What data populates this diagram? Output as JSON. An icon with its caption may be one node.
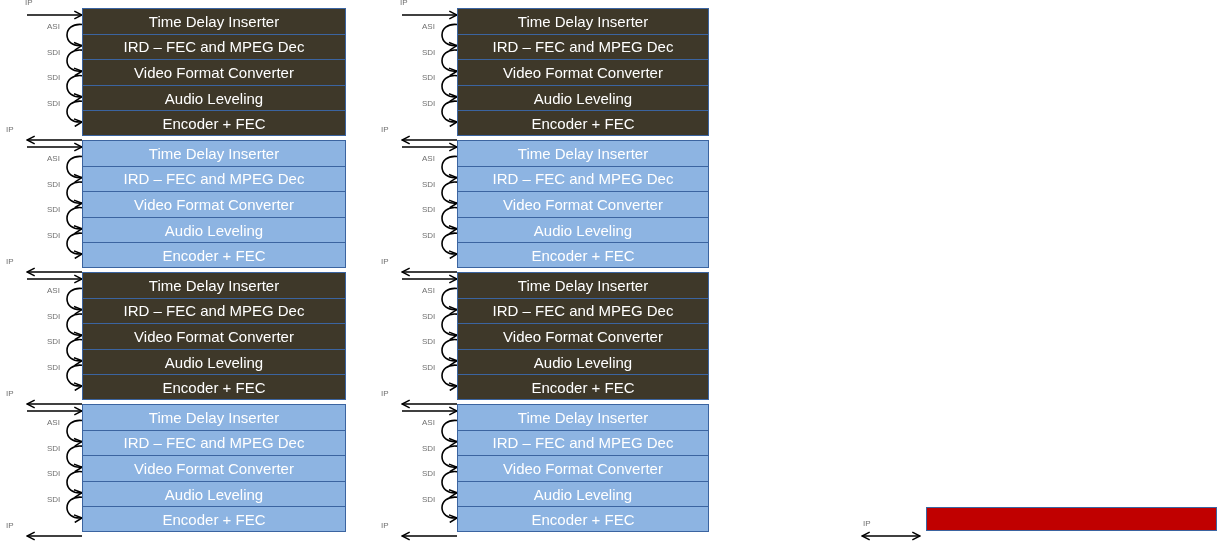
{
  "diagram": {
    "nodes": [
      {
        "text": [
          "Time Delay Inserter"
        ]
      },
      {
        "text": [
          "IRD – FEC and MPEG Dec"
        ]
      },
      {
        "text": [
          "Video Format Converter"
        ]
      },
      {
        "text": [
          "Audio Leveling"
        ]
      },
      {
        "text": [
          "Encoder + FEC"
        ]
      },
      {
        "text": [
          "Time Delay Inserter"
        ]
      },
      {
        "text": [
          "IRD – FEC and MPEG Dec"
        ]
      },
      {
        "text": [
          "Video Format Converter"
        ]
      },
      {
        "text": [
          "Audio Leveling"
        ]
      },
      {
        "text": [
          "Encoder + FEC"
        ]
      },
      {
        "text": [
          "Time Delay Inserter"
        ]
      },
      {
        "text": [
          "IRD – FEC and MPEG Dec"
        ]
      },
      {
        "text": [
          "Video Format Converter"
        ]
      },
      {
        "text": [
          "Audio Leveling"
        ]
      },
      {
        "text": [
          "Encoder + FEC"
        ]
      },
      {
        "text": [
          "Time Delay Inserter"
        ]
      },
      {
        "text": [
          "IRD – FEC and MPEG Dec"
        ]
      },
      {
        "text": [
          "Video Format Converter"
        ]
      },
      {
        "text": [
          "Audio Leveling"
        ]
      },
      {
        "text": [
          "Encoder + FEC"
        ]
      },
      {
        "text": [
          "Time Delay Inserter"
        ]
      },
      {
        "text": [
          "IRD – FEC and MPEG Dec"
        ]
      },
      {
        "text": [
          "Video Format Converter"
        ]
      },
      {
        "text": [
          "Audio Leveling"
        ]
      },
      {
        "text": [
          "Encoder + FEC"
        ]
      },
      {
        "text": [
          "Time Delay Inserter"
        ]
      },
      {
        "text": [
          "IRD – FEC and MPEG Dec"
        ]
      },
      {
        "text": [
          "Video Format Converter"
        ]
      },
      {
        "text": [
          "Audio Leveling"
        ]
      },
      {
        "text": [
          "Encoder + FEC"
        ]
      },
      {
        "text": [
          "Time Delay Inserter"
        ]
      },
      {
        "text": [
          "IRD – FEC and MPEG Dec"
        ]
      },
      {
        "text": [
          "Video Format Converter"
        ]
      },
      {
        "text": [
          "Audio Leveling"
        ]
      },
      {
        "text": [
          "Encoder + FEC"
        ]
      },
      {
        "text": [
          "Time Delay Inserter"
        ]
      },
      {
        "text": [
          "IRD – FEC and MPEG Dec"
        ]
      },
      {
        "text": [
          "Video Format Converter"
        ]
      },
      {
        "text": [
          "Audio Leveling"
        ]
      },
      {
        "text": [
          "Encoder + FEC"
        ]
      },
      {
        "text": [],
        "shape": "bar"
      }
    ],
    "edges": [
      {
        "from": null,
        "to": 0,
        "arrow": "to",
        "label": "IP"
      },
      {
        "from": 0,
        "to": 1,
        "arrow": "to",
        "label": "ASI"
      },
      {
        "from": 1,
        "to": 2,
        "arrow": "to",
        "label": "SDI"
      },
      {
        "from": 2,
        "to": 3,
        "arrow": "to",
        "label": "SDI"
      },
      {
        "from": 3,
        "to": 4,
        "arrow": "to",
        "label": "SDI"
      },
      {
        "from": 4,
        "to": null,
        "arrow": "to",
        "label": "IP"
      },
      {
        "from": null,
        "to": 5,
        "arrow": "to"
      },
      {
        "from": 5,
        "to": 6,
        "arrow": "to",
        "label": "ASI"
      },
      {
        "from": 6,
        "to": 7,
        "arrow": "to",
        "label": "SDI"
      },
      {
        "from": 7,
        "to": 8,
        "arrow": "to",
        "label": "SDI"
      },
      {
        "from": 8,
        "to": 9,
        "arrow": "to",
        "label": "SDI"
      },
      {
        "from": 9,
        "to": null,
        "arrow": "to",
        "label": "IP"
      },
      {
        "from": null,
        "to": 10,
        "arrow": "to"
      },
      {
        "from": 10,
        "to": 11,
        "arrow": "to",
        "label": "ASI"
      },
      {
        "from": 11,
        "to": 12,
        "arrow": "to",
        "label": "SDI"
      },
      {
        "from": 12,
        "to": 13,
        "arrow": "to",
        "label": "SDI"
      },
      {
        "from": 13,
        "to": 14,
        "arrow": "to",
        "label": "SDI"
      },
      {
        "from": 14,
        "to": null,
        "arrow": "to",
        "label": "IP"
      },
      {
        "from": null,
        "to": 15,
        "arrow": "to"
      },
      {
        "from": 15,
        "to": 16,
        "arrow": "to",
        "label": "ASI"
      },
      {
        "from": 16,
        "to": 17,
        "arrow": "to",
        "label": "SDI"
      },
      {
        "from": 17,
        "to": 18,
        "arrow": "to",
        "label": "SDI"
      },
      {
        "from": 18,
        "to": 19,
        "arrow": "to",
        "label": "SDI"
      },
      {
        "from": 19,
        "to": null,
        "arrow": "to",
        "label": "IP"
      },
      {
        "from": null,
        "to": 20,
        "arrow": "to",
        "label": "IP"
      },
      {
        "from": 20,
        "to": 21,
        "arrow": "to",
        "label": "ASI"
      },
      {
        "from": 21,
        "to": 22,
        "arrow": "to",
        "label": "SDI"
      },
      {
        "from": 22,
        "to": 23,
        "arrow": "to",
        "label": "SDI"
      },
      {
        "from": 23,
        "to": 24,
        "arrow": "to",
        "label": "SDI"
      },
      {
        "from": 24,
        "to": null,
        "arrow": "to",
        "label": "IP"
      },
      {
        "from": null,
        "to": 25,
        "arrow": "to"
      },
      {
        "from": 25,
        "to": 26,
        "arrow": "to",
        "label": "ASI"
      },
      {
        "from": 26,
        "to": 27,
        "arrow": "to",
        "label": "SDI"
      },
      {
        "from": 27,
        "to": 28,
        "arrow": "to",
        "label": "SDI"
      },
      {
        "from": 28,
        "to": 29,
        "arrow": "to",
        "label": "SDI"
      },
      {
        "from": 29,
        "to": null,
        "arrow": "to",
        "label": "IP"
      },
      {
        "from": null,
        "to": 30,
        "arrow": "to"
      },
      {
        "from": 30,
        "to": 31,
        "arrow": "to",
        "label": "ASI"
      },
      {
        "from": 31,
        "to": 32,
        "arrow": "to",
        "label": "SDI"
      },
      {
        "from": 32,
        "to": 33,
        "arrow": "to",
        "label": "SDI"
      },
      {
        "from": 33,
        "to": 34,
        "arrow": "to",
        "label": "SDI"
      },
      {
        "from": 34,
        "to": null,
        "arrow": "to",
        "label": "IP"
      },
      {
        "from": null,
        "to": 35,
        "arrow": "to"
      },
      {
        "from": 35,
        "to": 36,
        "arrow": "to",
        "label": "ASI"
      },
      {
        "from": 36,
        "to": 37,
        "arrow": "to",
        "label": "SDI"
      },
      {
        "from": 37,
        "to": 38,
        "arrow": "to",
        "label": "SDI"
      },
      {
        "from": 38,
        "to": 39,
        "arrow": "to",
        "label": "SDI"
      },
      {
        "from": 39,
        "to": null,
        "arrow": "to",
        "label": "IP"
      },
      {
        "from": null,
        "to": 40,
        "arrow": "both",
        "label": "IP"
      }
    ]
  }
}
